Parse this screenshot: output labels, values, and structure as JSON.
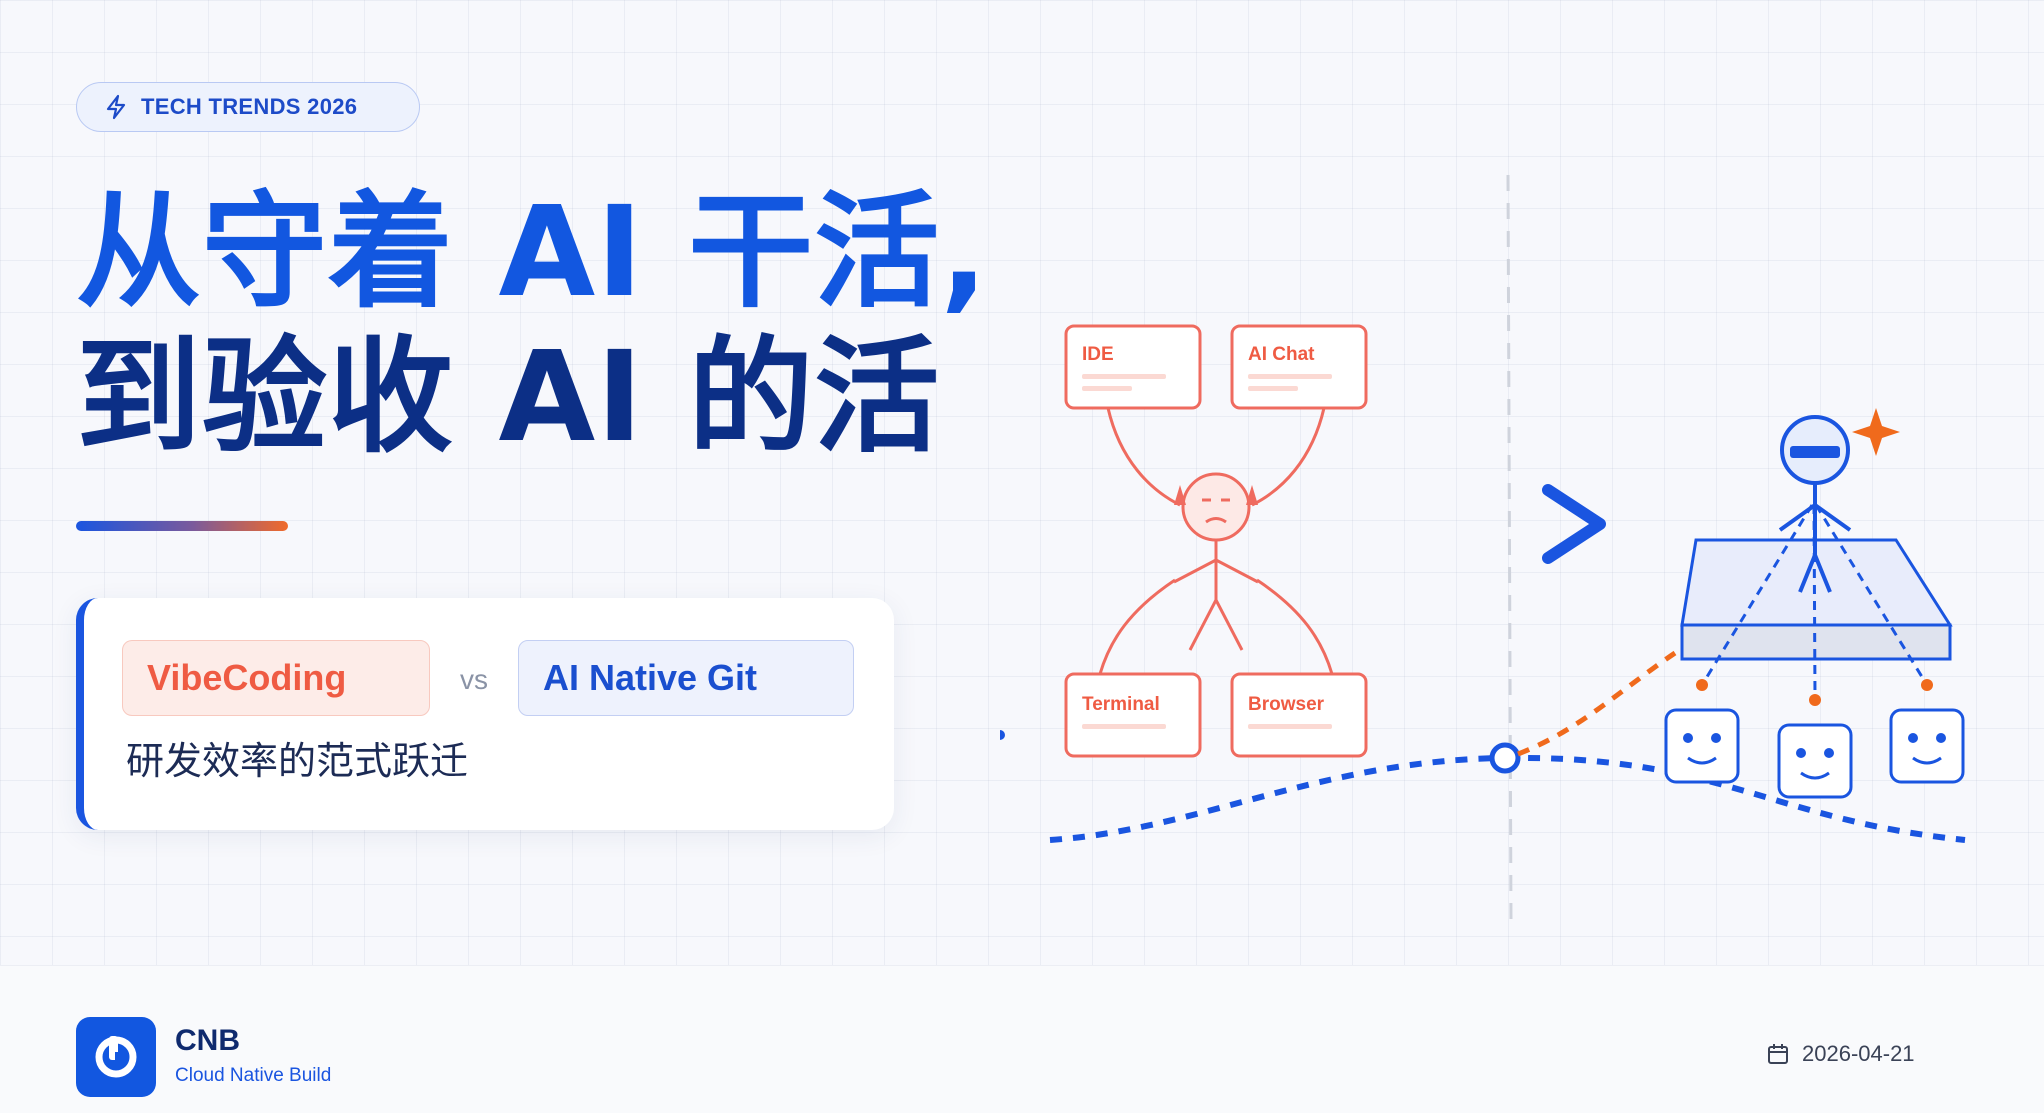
{
  "badge": {
    "icon": "lightning-icon",
    "label": "TECH TRENDS 2026"
  },
  "title": {
    "line1": "从守着 AI 干活,",
    "line2": "到验收 AI 的活"
  },
  "comparison": {
    "left_label": "VibeCoding",
    "vs_label": "vs",
    "right_label": "AI Native Git",
    "subtitle": "研发效率的范式跃迁"
  },
  "illustration": {
    "tools": [
      "IDE",
      "AI Chat",
      "Terminal",
      "Browser"
    ],
    "arrow_icon": "chevron-right-icon",
    "agent_count": 3,
    "colors": {
      "old": "#ef6b5f",
      "new": "#1a55e0",
      "accent": "#f06a1c"
    }
  },
  "brand": {
    "logo_icon": "cnb-logo-icon",
    "name": "CNB",
    "tagline": "Cloud Native Build"
  },
  "date": {
    "icon": "calendar-icon",
    "value": "2026-04-21"
  }
}
